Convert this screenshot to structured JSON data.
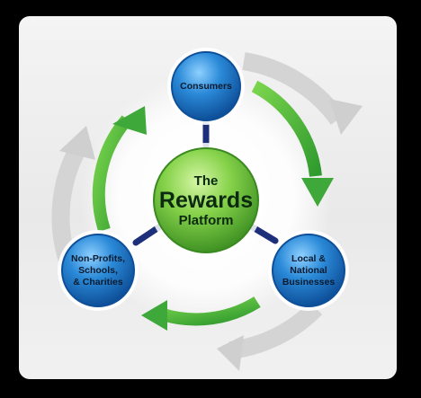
{
  "diagram": {
    "center": {
      "line1": "The",
      "line2": "Rewards",
      "line3": "Platform"
    },
    "nodes": {
      "top": {
        "lines": [
          "Consumers"
        ]
      },
      "right": {
        "lines": [
          "Local &",
          "National",
          "Businesses"
        ]
      },
      "left": {
        "lines": [
          "Non-Profits,",
          "Schools,",
          "& Charities"
        ]
      }
    }
  },
  "colors": {
    "frame": "#000000",
    "panel": "#efefef",
    "center_green": "#7fcf3f",
    "node_blue": "#1f78c8",
    "arrow_green": "#4db846",
    "arrow_gray": "#d6d6d6",
    "connector": "#1d2f7a"
  }
}
